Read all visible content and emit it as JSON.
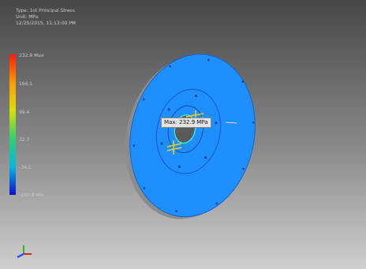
{
  "diagram": {
    "nodes": [
      {
        "text": [
          "Max: 232.9 MPa"
        ]
      }
    ],
    "labels": [
      "Type: 1st Principal Stress",
      "Unit: MPa",
      "12/25/2015, 11:13:00 PM",
      "232.9 Max",
      "166.1",
      "99.4",
      "32.7",
      "-34.1",
      "-100.8 Min"
    ]
  }
}
